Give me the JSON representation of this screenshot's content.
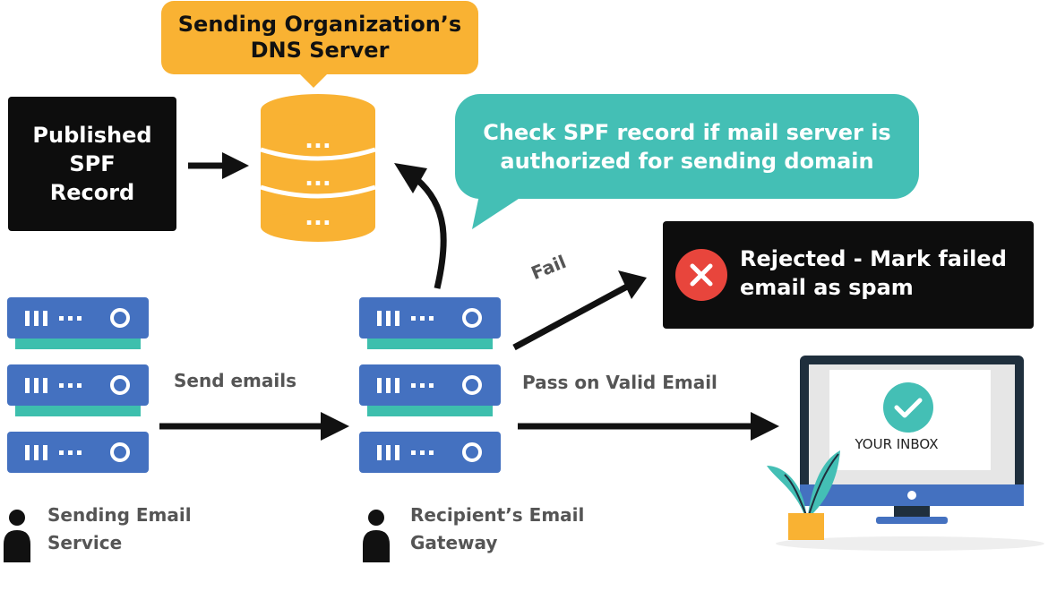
{
  "dns_bubble": {
    "line1": "Sending Organization’s",
    "line2": "DNS Server"
  },
  "spf_box": {
    "line1": "Published",
    "line2": "SPF",
    "line3": "Record"
  },
  "check_bubble": {
    "line1": "Check SPF record if mail server is",
    "line2": "authorized for sending domain"
  },
  "rejected": {
    "line1": "Rejected - Mark failed",
    "line2": "email as spam"
  },
  "labels": {
    "send_emails": "Send emails",
    "fail": "Fail",
    "pass_valid": "Pass on Valid Email",
    "inbox": "YOUR INBOX"
  },
  "actors": {
    "sending_line1": "Sending Email",
    "sending_line2": "Service",
    "recipient_line1": "Recipient’s Email",
    "recipient_line2": "Gateway"
  },
  "database": {
    "slot_text": "..."
  },
  "colors": {
    "orange": "#f9b233",
    "teal": "#44bfb5",
    "server_blue": "#4471c0",
    "server_base": "#3dbfad",
    "reject_red": "#e8453c",
    "dark": "#0d0d0d"
  }
}
